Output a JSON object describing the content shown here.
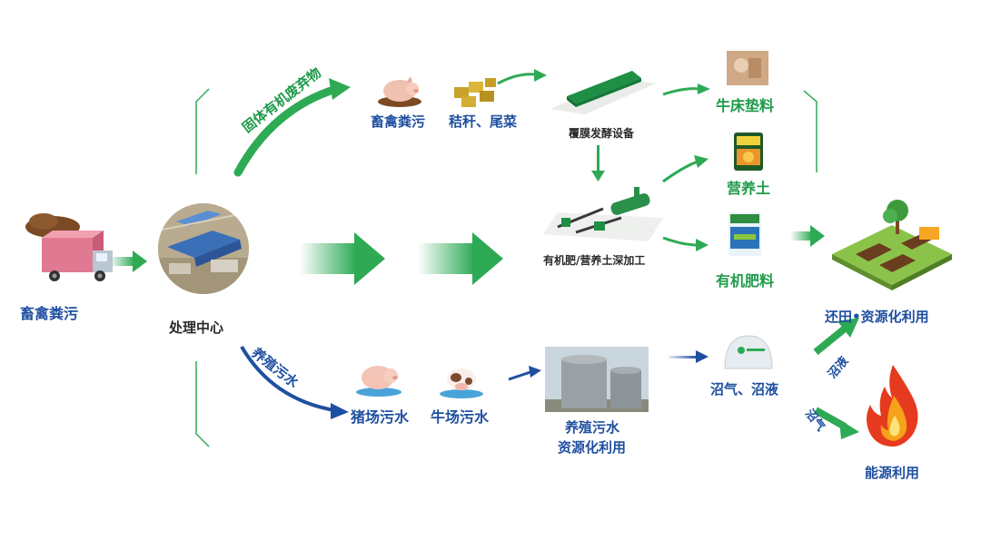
{
  "source": {
    "label": "畜禽粪污"
  },
  "center": {
    "label": "处理中心"
  },
  "solid_branch": {
    "label": "固体有机废弃物"
  },
  "water_branch": {
    "label": "养殖污水"
  },
  "solid_inputs": {
    "manure": "畜禽粪污",
    "straw": "秸秆、尾菜"
  },
  "fermentation": {
    "label": "覆膜发酵设备"
  },
  "deep_processing": {
    "label": "有机肥/营养土深加工"
  },
  "products": {
    "bedding": "牛床垫料",
    "nutrient_soil": "营养土",
    "organic_fertilizer": "有机肥料"
  },
  "return_field": {
    "label": "还田•资源化利用"
  },
  "wastewater": {
    "pig": "猪场污水",
    "cattle": "牛场污水"
  },
  "water_treatment": {
    "label_line1": "养殖污水",
    "label_line2": "资源化利用"
  },
  "biogas_outputs": {
    "label": "沼气、沼液",
    "liquid": "沼液",
    "gas": "沼气"
  },
  "energy": {
    "label": "能源利用"
  },
  "colors": {
    "green": "#2eaa55",
    "blue": "#1f4fa0",
    "dark_green": "#1e9a4a"
  }
}
